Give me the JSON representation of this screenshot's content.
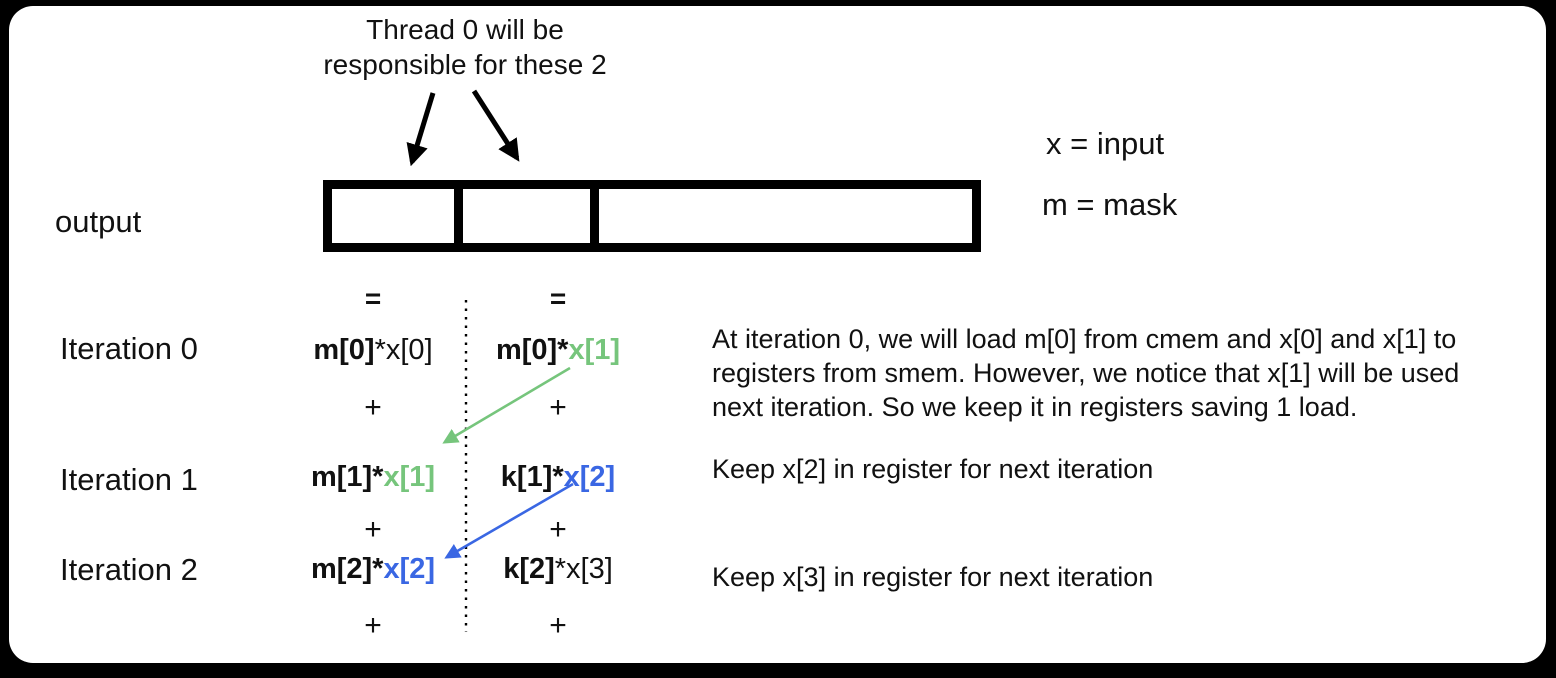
{
  "colors": {
    "green": "#76c57c",
    "blue": "#3a67e3",
    "black": "#000000",
    "background": "#ffffff",
    "frame": "#000000"
  },
  "annotation": {
    "line1": "Thread 0 will be",
    "line2": "responsible for these 2"
  },
  "output_label": "output",
  "legend": {
    "x": "x = input",
    "m": "m = mask"
  },
  "symbols": {
    "equals": "=",
    "plus": "+"
  },
  "iterations": [
    {
      "label": "Iteration 0",
      "left": {
        "head": "m[0]",
        "tail": "*x[0]",
        "tail_color": "black"
      },
      "right": {
        "head": "m[0]*",
        "tail": "x[1]",
        "tail_color": "green"
      },
      "note": "At iteration 0, we will load m[0] from cmem and x[0] and x[1] to registers from smem. However, we notice that x[1] will be used next iteration. So we keep it in registers saving 1 load."
    },
    {
      "label": "Iteration 1",
      "left": {
        "head": "m[1]*",
        "tail": "x[1]",
        "tail_color": "green"
      },
      "right": {
        "head": "k[1]*",
        "tail": "x[2]",
        "tail_color": "blue"
      },
      "note": "Keep x[2] in register for next iteration"
    },
    {
      "label": "Iteration 2",
      "left": {
        "head": "m[2]*",
        "tail": "x[2]",
        "tail_color": "blue"
      },
      "right": {
        "head": "k[2]",
        "tail": "*x[3]",
        "tail_color": "black"
      },
      "note": "Keep x[3] in register for next iteration"
    }
  ]
}
